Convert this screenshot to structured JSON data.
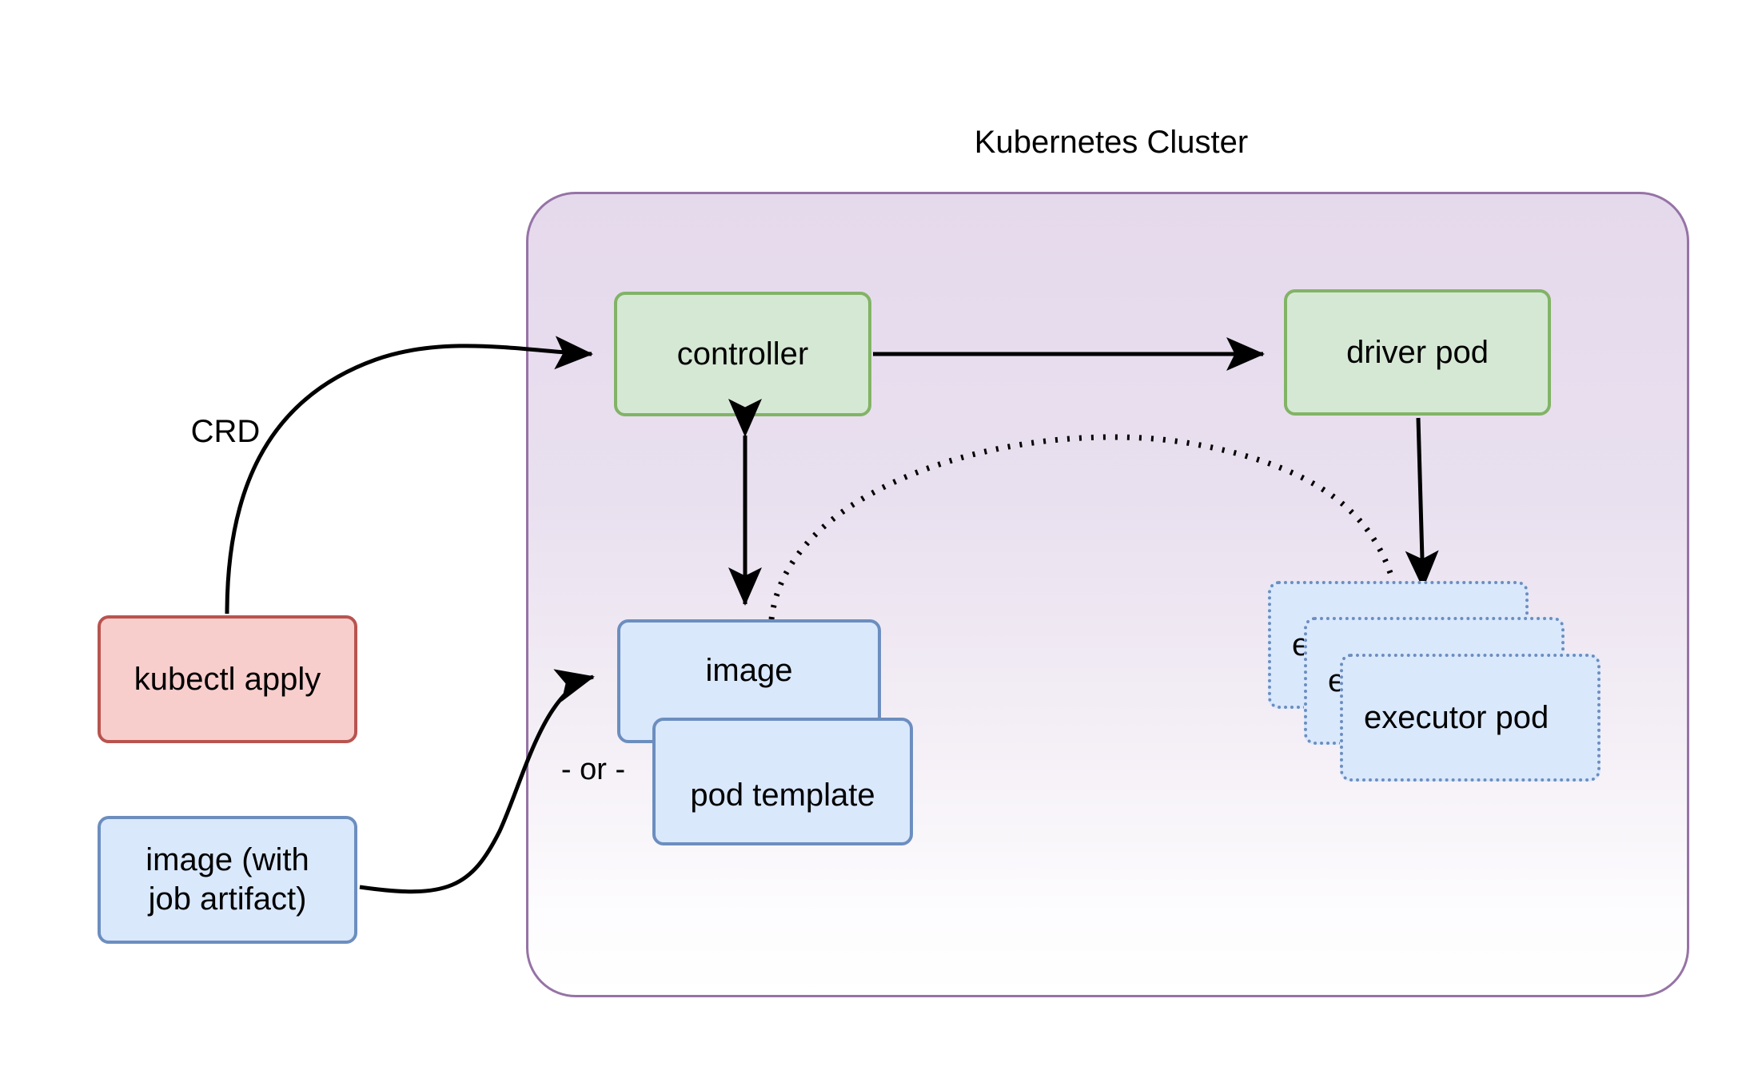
{
  "diagram": {
    "title": "Kubernetes Cluster",
    "type": "architecture-flow-diagram"
  },
  "cluster": {
    "label": "Kubernetes Cluster",
    "border_color": "#9673a6",
    "fill_top": "#e5d9ec",
    "fill_bottom": "#ffffff"
  },
  "nodes": {
    "kubectl_apply": {
      "label": "kubectl apply",
      "fill": "#f8cecc",
      "stroke": "#b85450",
      "style": "solid"
    },
    "image_with_job_artifact": {
      "label_line1": "image (with",
      "label_line2": "job artifact)",
      "fill": "#dae8fc",
      "stroke": "#6c8ebf",
      "style": "solid"
    },
    "controller": {
      "label": "controller",
      "fill": "#d5e8d4",
      "stroke": "#82b366",
      "style": "solid"
    },
    "driver_pod": {
      "label": "driver pod",
      "fill": "#d5e8d4",
      "stroke": "#82b366",
      "style": "solid"
    },
    "image": {
      "label": "image",
      "fill": "#dae8fc",
      "stroke": "#6c8ebf",
      "style": "solid"
    },
    "pod_template": {
      "label": "pod template",
      "fill": "#dae8fc",
      "stroke": "#6c8ebf",
      "style": "solid"
    },
    "or_separator": {
      "label": "- or -"
    },
    "executor_pod_back": {
      "label": "executor pod",
      "fill": "#dae8fc",
      "stroke": "#6c8ebf",
      "style": "dotted"
    },
    "executor_pod_middle": {
      "label": "executor pod",
      "fill": "#dae8fc",
      "stroke": "#6c8ebf",
      "style": "dotted"
    },
    "executor_pod_front": {
      "label": "executor pod",
      "fill": "#dae8fc",
      "stroke": "#6c8ebf",
      "style": "dotted"
    }
  },
  "edges": {
    "crd": {
      "label": "CRD",
      "from": "kubectl apply",
      "to": "controller",
      "style": "solid-curved",
      "arrow": "single"
    },
    "controller_to_driver": {
      "label": "",
      "from": "controller",
      "to": "driver pod",
      "style": "solid",
      "arrow": "single"
    },
    "controller_image": {
      "label": "",
      "from": "controller",
      "to": "image",
      "style": "solid",
      "arrow": "double"
    },
    "image_to_executors": {
      "label": "",
      "from": "image",
      "to": "executor pod",
      "style": "dotted-curved",
      "arrow": "single"
    },
    "driver_to_executors": {
      "label": "",
      "from": "driver pod",
      "to": "executor pod",
      "style": "solid",
      "arrow": "single"
    },
    "artifact_to_image": {
      "label": "",
      "from": "image (with job artifact)",
      "to": "image",
      "style": "solid-curved",
      "arrow": "single"
    }
  }
}
